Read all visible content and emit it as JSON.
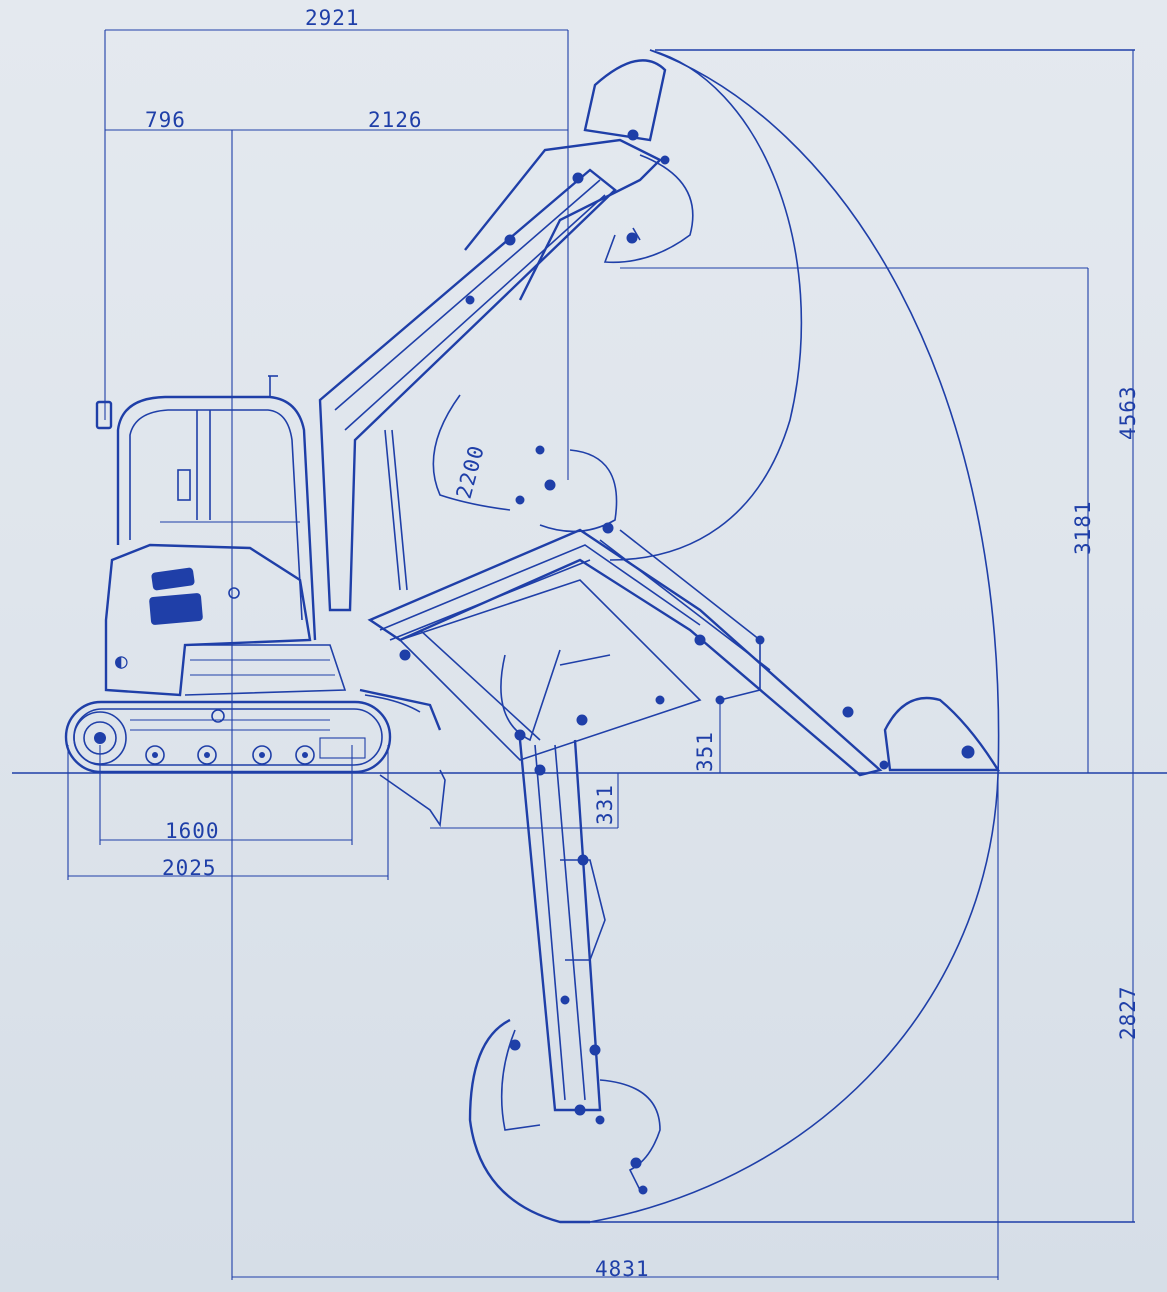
{
  "diagram": {
    "colors": {
      "line": "#1f3fa8",
      "background": "#e1e7ee"
    },
    "dimensions": {
      "overall_top_length": "2921",
      "rear_overhang": "796",
      "front_reach_to_bucket": "2126",
      "max_dig_height": "4563",
      "max_dump_height": "3181",
      "boom_offset": "2200",
      "blade_lift": "351",
      "blade_drop": "331",
      "track_tumbler_length": "1600",
      "track_length": "2025",
      "max_dig_depth": "2827",
      "max_reach": "4831"
    }
  }
}
